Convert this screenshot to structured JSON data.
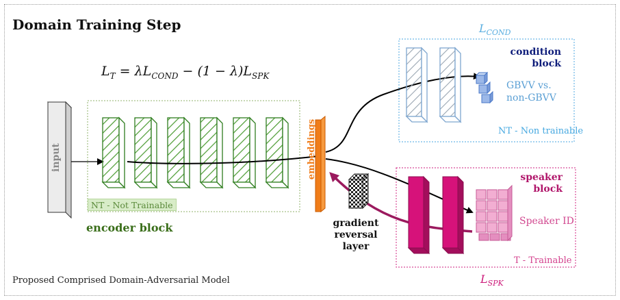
{
  "title": "Domain Training Step",
  "formula": "L_T = λL_COND − (1 − λ)L_SPK",
  "caption": "Proposed Comprised Domain-Adversarial Model",
  "input_label": "input",
  "embeddings_label": "embeddings",
  "encoder": {
    "label": "encoder block",
    "trainable_tag": "NT - Not Trainable"
  },
  "gradient_reversal": {
    "line1": "gradient",
    "line2": "reversal",
    "line3": "layer"
  },
  "condition": {
    "loss": "L",
    "loss_sub": "COND",
    "title_line1": "condition",
    "title_line2": "block",
    "output_line1": "GBVV vs.",
    "output_line2": "non-GBVV",
    "trainable_tag": "NT - Non trainable"
  },
  "speaker": {
    "loss": "L",
    "loss_sub": "SPK",
    "title_line1": "speaker",
    "title_line2": "block",
    "output": "Speaker ID",
    "trainable_tag": "T - Trainable"
  },
  "colors": {
    "encoder": "#2e7d1e",
    "embeddings": "#f07d1a",
    "condition": "#7ea6cf",
    "speaker": "#c8126f",
    "reversal_arrow": "#9b1a5e"
  }
}
